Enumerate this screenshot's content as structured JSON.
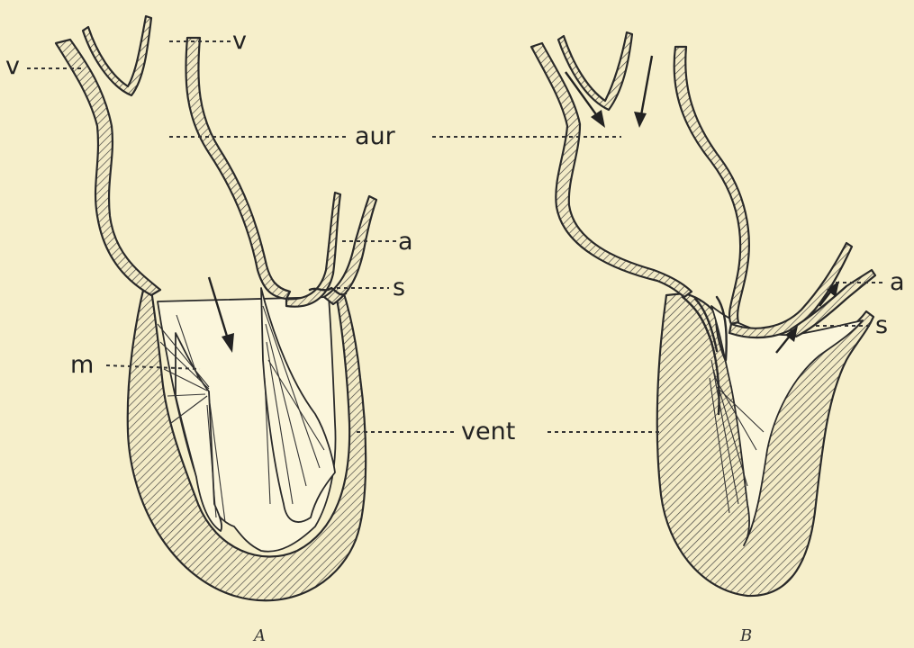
{
  "labels": {
    "v_left": "v",
    "v_top": "v",
    "aur": "aur",
    "a_left": "a",
    "s_left": "s",
    "m": "m",
    "vent": "vent",
    "a_right": "a",
    "s_right": "s"
  },
  "captions": {
    "figure_a": "A",
    "figure_b": "B"
  }
}
